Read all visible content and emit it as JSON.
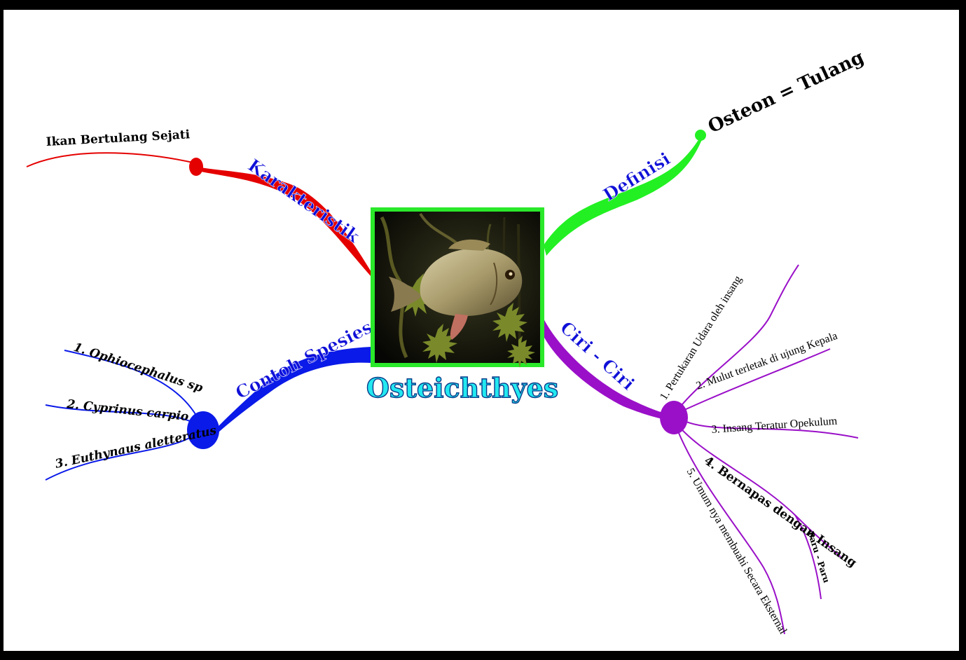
{
  "central": {
    "title": "Osteichthyes",
    "image": "fish-photo"
  },
  "branches": {
    "karakteristik": {
      "label": "Karakteristik",
      "color": "#e50000",
      "leaf": "Ikan Bertulang Sejati"
    },
    "definisi": {
      "label": "Definisi",
      "color": "#22f022",
      "leaf": "Osteon = Tulang"
    },
    "contoh": {
      "label": "Contoh Spesies",
      "color": "#0a1ae8",
      "items": [
        "1. Ophiocephalus sp",
        "2. Cyprinus carpio",
        "3. Euthynaus aletteratus"
      ]
    },
    "ciri": {
      "label": "Ciri - Ciri",
      "color": "#9a10c8",
      "items": [
        "1. Pertukaran Udara oleh insang",
        "2. Mulut terletak di ujung Kepala",
        "3. Insang Teratur Opekulum",
        "4. Bernapas dengan Insang",
        "5. Umum nya membuahi Secara Eksternal"
      ],
      "sub": "Paru - Paru"
    }
  }
}
